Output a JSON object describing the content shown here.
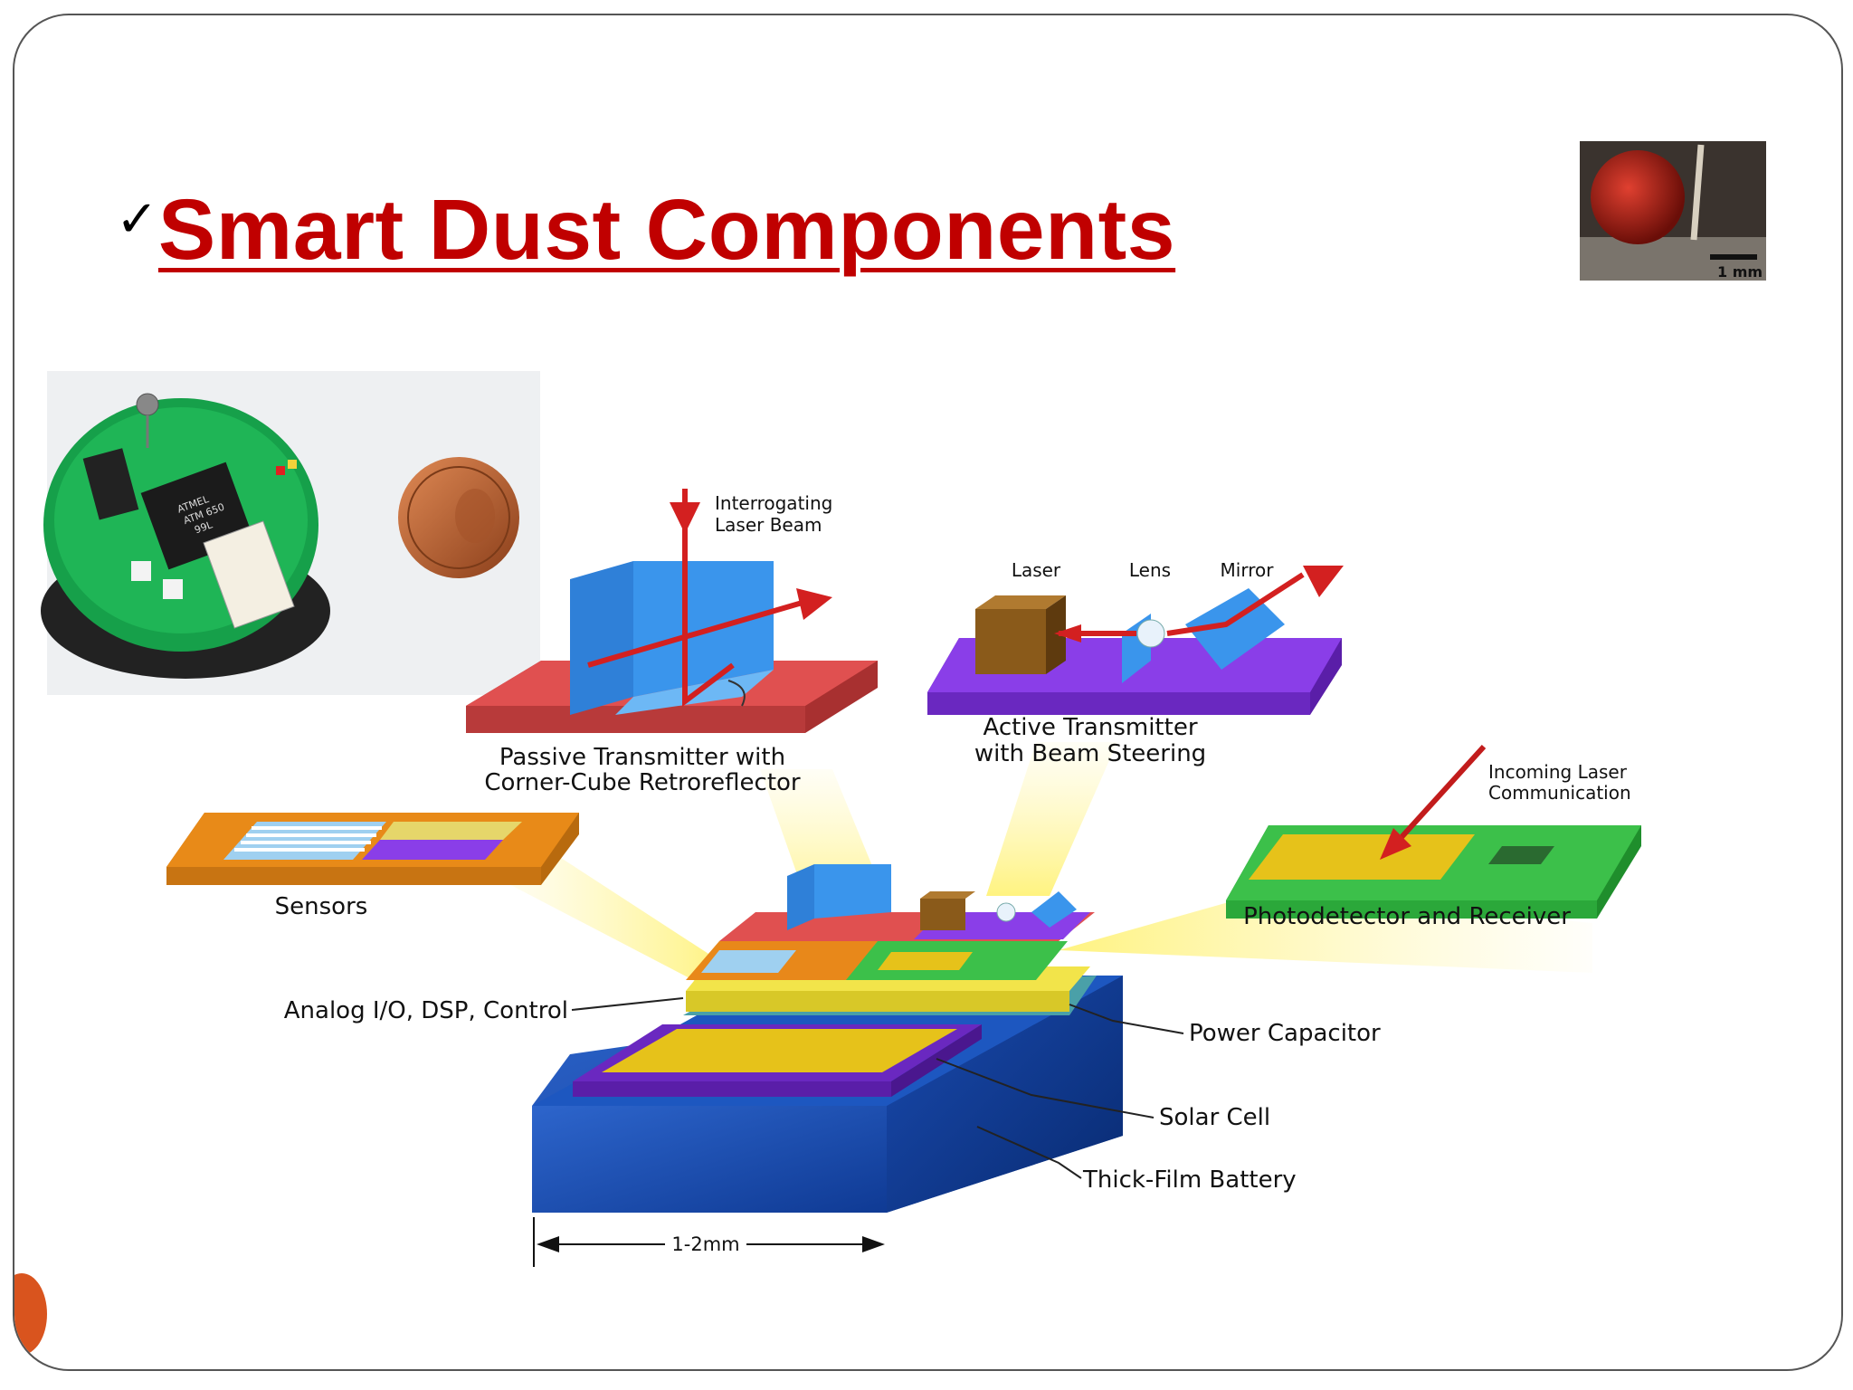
{
  "slide": {
    "checkmark": "✓",
    "title": "Smart Dust Components"
  },
  "mote_photo": {
    "chip_text": [
      "ATMEL",
      "ATM 650",
      "99L"
    ]
  },
  "tiny_mote_photo": {
    "scale_label": "1 mm"
  },
  "diagram": {
    "passive_transmitter": {
      "beam_label": [
        "Interrogating",
        "Laser Beam"
      ],
      "caption": [
        "Passive Transmitter with",
        "Corner-Cube Retroreflector"
      ]
    },
    "active_transmitter": {
      "laser_label": "Laser",
      "lens_label": "Lens",
      "mirror_label": "Mirror",
      "caption": [
        "Active Transmitter",
        "with Beam Steering"
      ]
    },
    "sensors_label": "Sensors",
    "photodetector": {
      "incoming_label": [
        "Incoming Laser",
        "Communication"
      ],
      "caption": "Photodetector and Receiver"
    },
    "analog_label": "Analog I/O, DSP, Control",
    "power_capacitor_label": "Power Capacitor",
    "solar_cell_label": "Solar Cell",
    "battery_label": "Thick-Film Battery",
    "dimension_label": "1-2mm"
  },
  "colors": {
    "title_red": "#c00000",
    "battery_blue": "#1546a8",
    "solar_yellow": "#e6c21a",
    "solar_purple": "#7b2fd3",
    "board_green": "#3cb34a",
    "laser_red": "#d32020"
  }
}
